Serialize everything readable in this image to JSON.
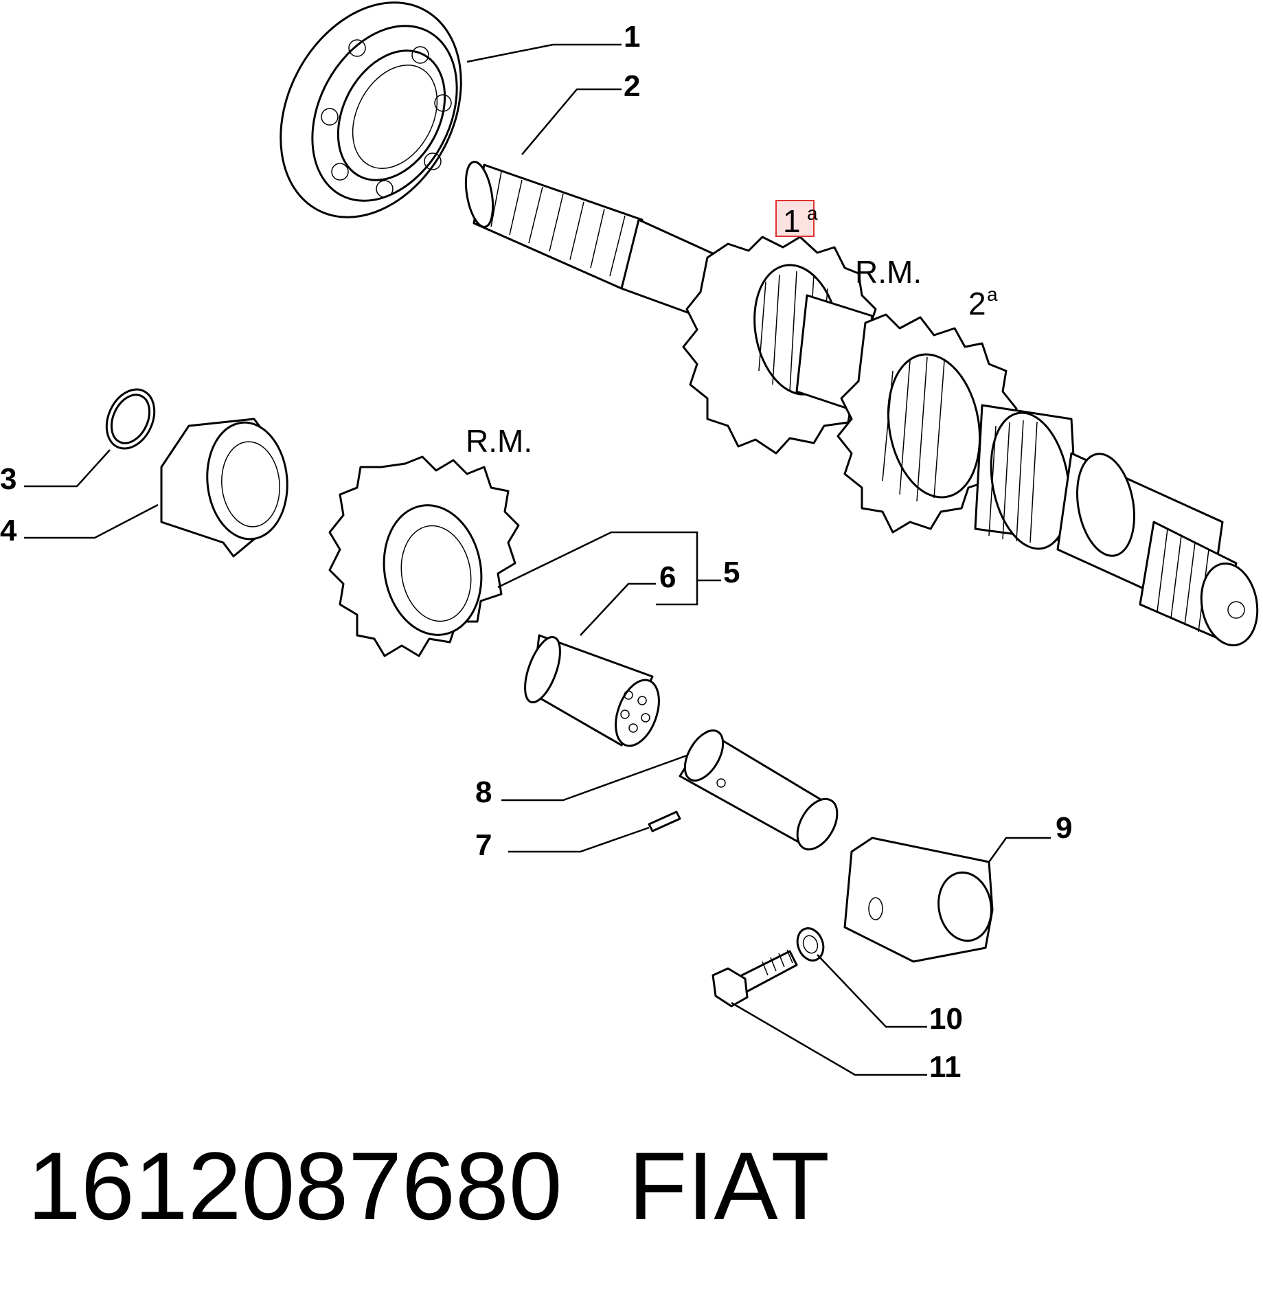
{
  "callouts": {
    "c1": "1",
    "c2": "2",
    "c3": "3",
    "c4": "4",
    "c5": "5",
    "c6": "6",
    "c7": "7",
    "c8": "8",
    "c9": "9",
    "c10": "10",
    "c11": "11"
  },
  "gear_labels": {
    "first_num": "1",
    "first_sup": "a",
    "second_num": "2",
    "second_sup": "a",
    "rm_shaft": "R.M.",
    "rm_gear": "R.M."
  },
  "footer": {
    "part_number": "1612087680",
    "brand": "FIAT"
  },
  "colors": {
    "line": "#000000",
    "background": "#ffffff",
    "highlight_fill": "#fde2e2",
    "highlight_stroke": "#e03030"
  }
}
